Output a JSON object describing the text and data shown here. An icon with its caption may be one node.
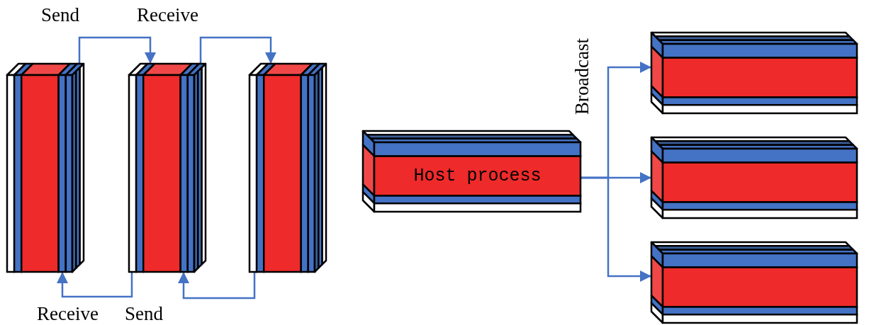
{
  "diagram": {
    "nodes": [
      {
        "text": [],
        "shape": "box"
      },
      {
        "text": [],
        "shape": "box"
      },
      {
        "text": [],
        "shape": "box"
      },
      {
        "text": [
          "Host process"
        ]
      },
      {
        "text": [],
        "shape": "box"
      },
      {
        "text": [],
        "shape": "box"
      },
      {
        "text": [],
        "shape": "box"
      }
    ],
    "edges": [
      {
        "from": 0,
        "to": 1,
        "arrow": "to"
      },
      {
        "from": 1,
        "to": 2,
        "arrow": "to"
      },
      {
        "from": 1,
        "to": 0,
        "arrow": "to"
      },
      {
        "from": 2,
        "to": 1,
        "arrow": "to"
      },
      {
        "from": 3,
        "to": 4,
        "arrow": "to"
      },
      {
        "from": 3,
        "to": 5,
        "arrow": "to"
      },
      {
        "from": 3,
        "to": 6,
        "arrow": "to"
      }
    ],
    "labels": [
      "Send",
      "Receive",
      "Broadcast",
      "Receive",
      "Send"
    ]
  }
}
